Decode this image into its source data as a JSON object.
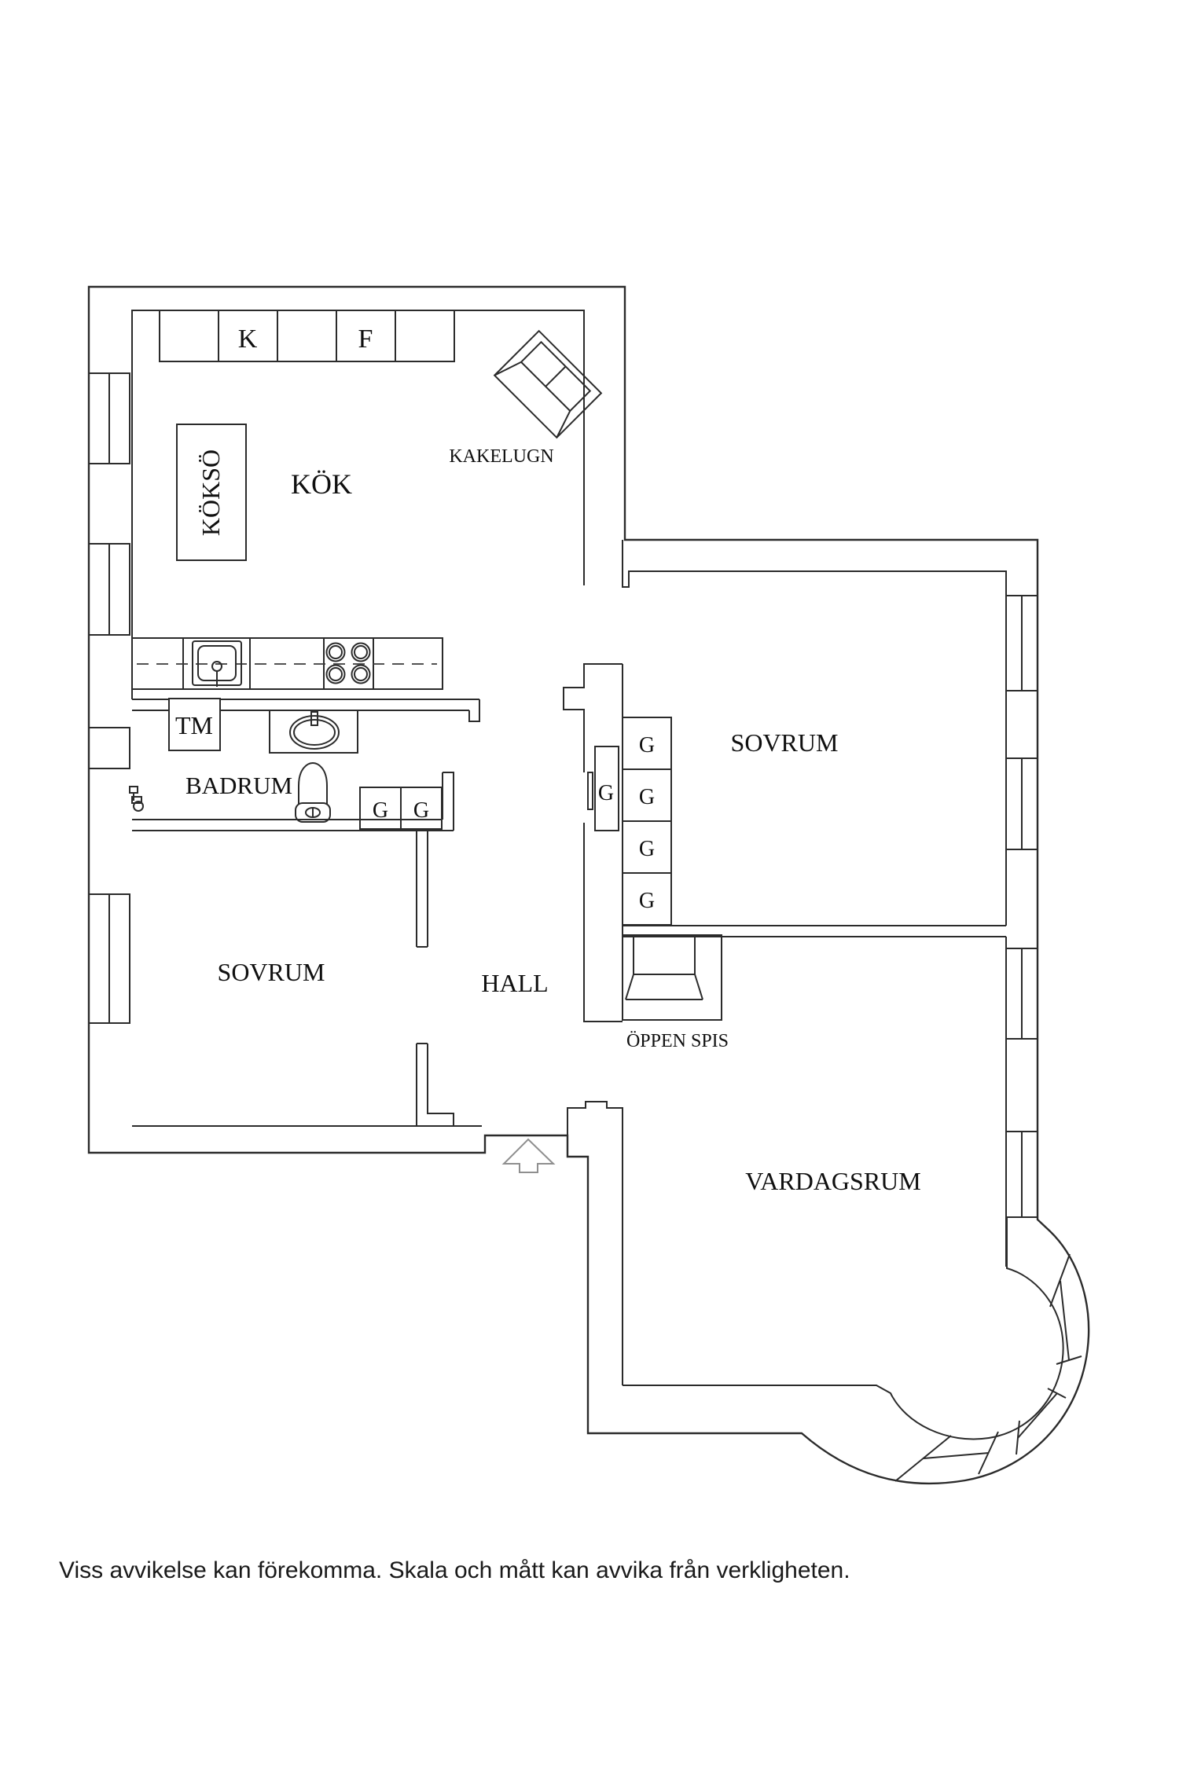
{
  "floorplan": {
    "rooms": {
      "kitchen": {
        "label": "KÖK"
      },
      "bedroom_right": {
        "label": "SOVRUM"
      },
      "bedroom_left": {
        "label": "SOVRUM"
      },
      "hall": {
        "label": "HALL"
      },
      "living_room": {
        "label": "VARDAGSRUM"
      },
      "bathroom": {
        "label": "BADRUM"
      }
    },
    "fixtures": {
      "cabinet_k": "K",
      "cabinet_f": "F",
      "tiled_stove": "KAKELUGN",
      "kitchen_island": "KÖKSÖ",
      "washing_machine": "TM",
      "open_fireplace": "ÖPPEN SPIS",
      "wardrobe": "G"
    },
    "footer": {
      "disclaimer": "Viss avvikelse kan förekomma. Skala och mått kan avvika från verkligheten."
    }
  }
}
